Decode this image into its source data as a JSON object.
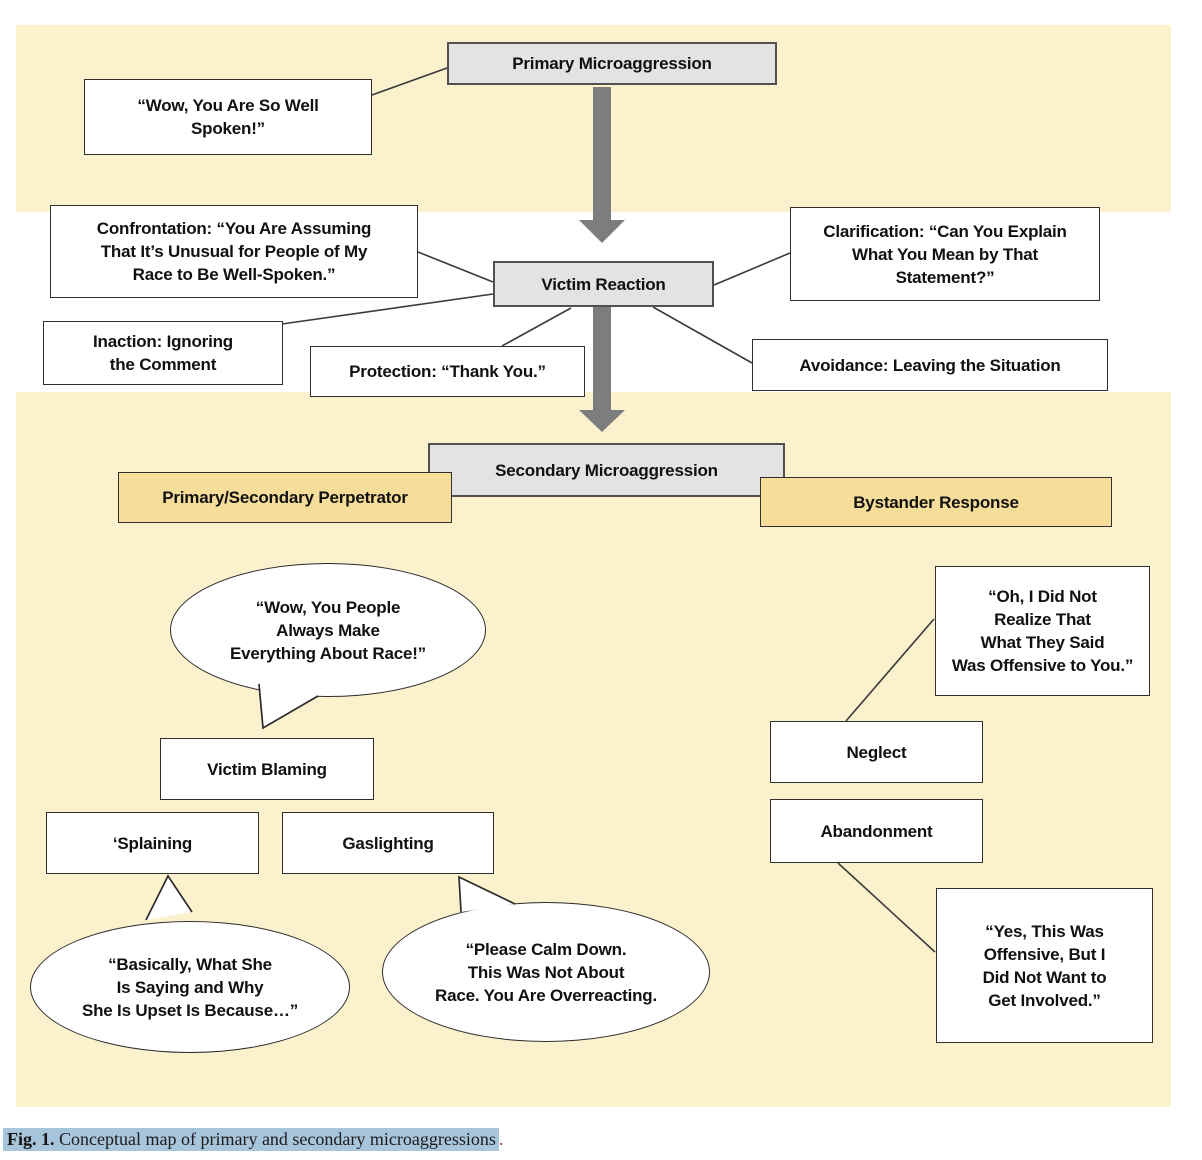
{
  "figure": {
    "colors": {
      "panel_yellow": "#FBF1CD",
      "box_gray": "#E3E3E3",
      "box_yellow": "#F6DD99",
      "box_white": "#FFFFFF",
      "box_border": "#2F2F2F",
      "connector_line": "#3A3A3A",
      "arrow_gray": "#7D7D7D",
      "caption_highlight": "#A7C5DB",
      "caption_period_red": "#B0382F"
    },
    "nodes": {
      "primary_microaggression": "Primary Microaggression",
      "primary_quote": "“Wow, You Are So Well\nSpoken!”",
      "victim_reaction": "Victim Reaction",
      "confrontation": "Confrontation: “You Are Assuming\nThat It’s Unusual for People of My\nRace to Be Well-Spoken.”",
      "clarification": "Clarification: “Can You Explain\nWhat You Mean by That\nStatement?”",
      "inaction": "Inaction: Ignoring\nthe Comment",
      "protection": "Protection: “Thank You.”",
      "avoidance": "Avoidance: Leaving the Situation",
      "secondary_microaggression": "Secondary Microaggression",
      "perpetrator": "Primary/Secondary Perpetrator",
      "bystander": "Bystander Response",
      "wow_people_bubble": "“Wow, You People\nAlways Make\nEverything About Race!”",
      "victim_blaming": "Victim Blaming",
      "splaining": "‘Splaining",
      "gaslighting": "Gaslighting",
      "basically_bubble": "“Basically, What She\nIs Saying and Why\nShe Is Upset Is Because…”",
      "calm_down_bubble": "“Please Calm Down.\nThis Was Not About\nRace. You Are Overreacting.",
      "neglect": "Neglect",
      "abandonment": "Abandonment",
      "oh_quote": "“Oh, I Did Not\nRealize That\nWhat They Said\nWas Offensive to You.”",
      "yes_quote": "“Yes, This Was\nOffensive, But I\nDid Not Want to\nGet Involved.”"
    },
    "caption": {
      "label": "Fig. 1.",
      "text": " Conceptual map of primary and secondary microaggressions",
      "period": "."
    }
  }
}
